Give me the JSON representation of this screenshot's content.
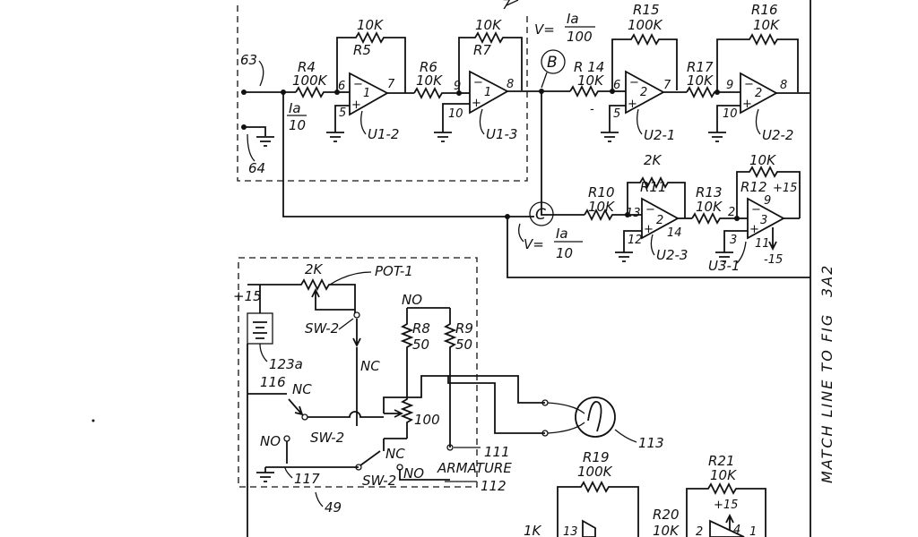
{
  "top_section": {
    "node_63": "63",
    "node_64": "64",
    "r4": {
      "name": "R4",
      "value": "100K"
    },
    "r5": {
      "name": "R5",
      "value": "10K"
    },
    "r6": {
      "name": "R6",
      "value": "10K"
    },
    "r7": {
      "name": "R7",
      "value": "10K"
    },
    "u1_2": {
      "name": "U1-2",
      "pin_in": "6",
      "pin_out": "7",
      "pin_plus": "5",
      "num": "1"
    },
    "u1_3": {
      "name": "U1-3",
      "pin_in": "9",
      "pin_out": "8",
      "pin_plus": "10",
      "num": "1"
    },
    "ia_frac": {
      "num": "Ia",
      "den": "10"
    },
    "marker_7": "7",
    "node_b": "B",
    "v_b": {
      "prefix": "V=",
      "num": "Ia",
      "den": "100"
    },
    "r14": {
      "name": "R 14",
      "value": "10K"
    },
    "r15": {
      "name": "R15",
      "value": "100K"
    },
    "r16": {
      "name": "R16",
      "value": "10K"
    },
    "r17": {
      "name": "R17",
      "value": "10K"
    },
    "u2_1": {
      "name": "U2-1",
      "pin_in": "6",
      "pin_out": "7",
      "pin_plus": "5",
      "num": "2"
    },
    "u2_2": {
      "name": "U2-2",
      "pin_in": "9",
      "pin_out": "8",
      "pin_plus": "10",
      "num": "2"
    },
    "r10": {
      "name": "R10",
      "value": "10K"
    },
    "r11": {
      "name": "R11",
      "value": "2K"
    },
    "r12": {
      "name": "R12",
      "value": "10K"
    },
    "r13": {
      "name": "R13",
      "value": "10K"
    },
    "u2_3": {
      "name": "U2-3",
      "pin_in": "13",
      "pin_out": "14",
      "pin_plus": "12",
      "num": "2"
    },
    "u3_1": {
      "name": "U3-1",
      "pin_in": "2",
      "pin_plus": "3",
      "pin_top": "9",
      "pin_bottom": "11",
      "num": "3",
      "plus_supply": "+15",
      "minus_supply": "-15"
    },
    "node_c": "C",
    "v_c": {
      "prefix": "V=",
      "num": "Ia",
      "den": "10"
    }
  },
  "bottom_section": {
    "pot1": {
      "value": "2K",
      "name": "POT-1"
    },
    "supply": "+15",
    "battery_ref": "123a",
    "sw2_a": "SW-2",
    "sw2_b": "SW-2",
    "sw2_c": "SW-2",
    "nc_1": "NC",
    "nc_2": "NC",
    "nc_3": "NC",
    "no_1": "NO",
    "no_2": "NO",
    "no_3": "NO",
    "node_116": "116",
    "node_117": "117",
    "r8": {
      "name": "R8",
      "value": "50"
    },
    "r9": {
      "name": "R9",
      "value": "50"
    },
    "pot100": "100",
    "node_111": "111",
    "armature": "ARMATURE",
    "node_112": "112",
    "meter_ref": "113",
    "box_ref": "49",
    "r19": {
      "name": "R19",
      "value": "100K"
    },
    "r20": {
      "name": "R20",
      "value": "10K"
    },
    "r21": {
      "name": "R21",
      "value": "10K"
    },
    "r_1k": "1K",
    "u_bottom_pins": {
      "a": "13",
      "b": "2",
      "c": "4",
      "d": "1",
      "plus": "+15"
    }
  },
  "match_line": {
    "text": "MATCH LINE TO FIG",
    "fig": "3A2"
  }
}
